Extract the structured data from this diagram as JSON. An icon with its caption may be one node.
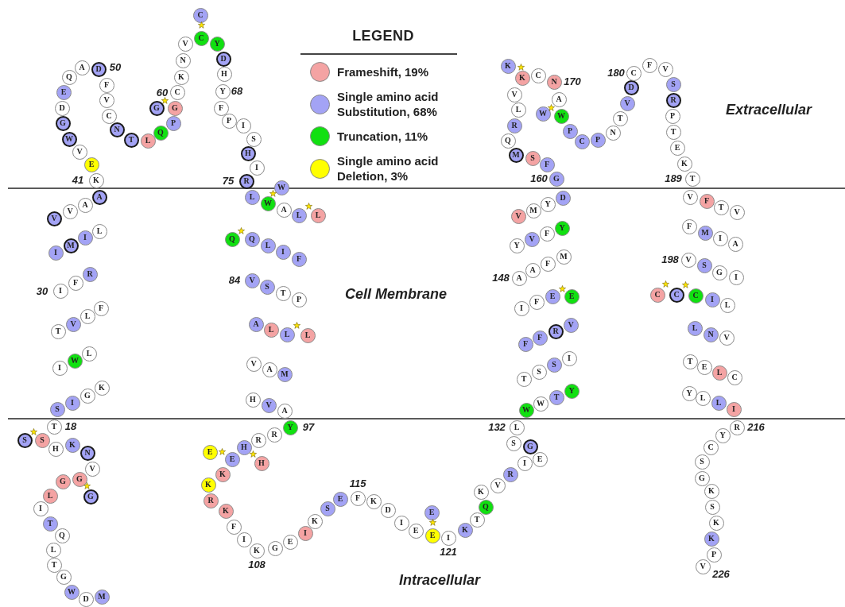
{
  "diagram": {
    "nodes": [
      {
        "text": [
          "M"
        ]
      },
      {
        "text": [
          "D"
        ]
      },
      {
        "text": [
          "W"
        ]
      },
      {
        "text": [
          "G"
        ]
      },
      {
        "text": [
          "T"
        ]
      },
      {
        "text": [
          "L"
        ]
      },
      {
        "text": [
          "Q"
        ]
      },
      {
        "text": [
          "T"
        ]
      },
      {
        "text": [
          "I"
        ]
      },
      {
        "text": [
          "L"
        ]
      },
      {
        "text": [
          "G"
        ]
      },
      {
        "text": [
          "G"
        ]
      },
      {
        "text": [
          "G"
        ]
      },
      {
        "text": [
          "V"
        ]
      },
      {
        "text": [
          "N"
        ]
      },
      {
        "text": [
          "K"
        ]
      },
      {
        "text": [
          "H"
        ]
      },
      {
        "text": [
          "S"
        ]
      },
      {
        "text": [
          "S"
        ]
      },
      {
        "text": [
          "T"
        ]
      },
      {
        "text": [
          "S"
        ]
      },
      {
        "text": [
          "I"
        ]
      },
      {
        "text": [
          "G"
        ]
      },
      {
        "text": [
          "K"
        ]
      },
      {
        "text": [
          "I"
        ]
      },
      {
        "text": [
          "W"
        ]
      },
      {
        "text": [
          "L"
        ]
      },
      {
        "text": [
          "T"
        ]
      },
      {
        "text": [
          "V"
        ]
      },
      {
        "text": [
          "L"
        ]
      },
      {
        "text": [
          "F"
        ]
      },
      {
        "text": [
          "I"
        ]
      },
      {
        "text": [
          "F"
        ]
      },
      {
        "text": [
          "R"
        ]
      },
      {
        "text": [
          "I"
        ]
      },
      {
        "text": [
          "M"
        ]
      },
      {
        "text": [
          "I"
        ]
      },
      {
        "text": [
          "L"
        ]
      },
      {
        "text": [
          "V"
        ]
      },
      {
        "text": [
          "V"
        ]
      },
      {
        "text": [
          "A"
        ]
      },
      {
        "text": [
          "A"
        ]
      },
      {
        "text": [
          "K"
        ]
      },
      {
        "text": [
          "E"
        ]
      },
      {
        "text": [
          "V"
        ]
      },
      {
        "text": [
          "W"
        ]
      },
      {
        "text": [
          "G"
        ]
      },
      {
        "text": [
          "D"
        ]
      },
      {
        "text": [
          "E"
        ]
      },
      {
        "text": [
          "Q"
        ]
      },
      {
        "text": [
          "A"
        ]
      },
      {
        "text": [
          "D"
        ]
      },
      {
        "text": [
          "F"
        ]
      },
      {
        "text": [
          "V"
        ]
      },
      {
        "text": [
          "C"
        ]
      },
      {
        "text": [
          "N"
        ]
      },
      {
        "text": [
          "T"
        ]
      },
      {
        "text": [
          "L"
        ]
      },
      {
        "text": [
          "Q"
        ]
      },
      {
        "text": [
          "P"
        ]
      },
      {
        "text": [
          "G"
        ]
      },
      {
        "text": [
          "G"
        ]
      },
      {
        "text": [
          "C"
        ]
      },
      {
        "text": [
          "K"
        ]
      },
      {
        "text": [
          "N"
        ]
      },
      {
        "text": [
          "V"
        ]
      },
      {
        "text": [
          "C"
        ]
      },
      {
        "text": [
          "C"
        ]
      },
      {
        "text": [
          "Y"
        ]
      },
      {
        "text": [
          "D"
        ]
      },
      {
        "text": [
          "H"
        ]
      },
      {
        "text": [
          "Y"
        ]
      },
      {
        "text": [
          "F"
        ]
      },
      {
        "text": [
          "P"
        ]
      },
      {
        "text": [
          "I"
        ]
      },
      {
        "text": [
          "S"
        ]
      },
      {
        "text": [
          "H"
        ]
      },
      {
        "text": [
          "I"
        ]
      },
      {
        "text": [
          "R"
        ]
      },
      {
        "text": [
          "L"
        ]
      },
      {
        "text": [
          "W"
        ]
      },
      {
        "text": [
          "W"
        ]
      },
      {
        "text": [
          "A"
        ]
      },
      {
        "text": [
          "L"
        ]
      },
      {
        "text": [
          "L"
        ]
      },
      {
        "text": [
          "Q"
        ]
      },
      {
        "text": [
          "Q"
        ]
      },
      {
        "text": [
          "L"
        ]
      },
      {
        "text": [
          "I"
        ]
      },
      {
        "text": [
          "F"
        ]
      },
      {
        "text": [
          "V"
        ]
      },
      {
        "text": [
          "S"
        ]
      },
      {
        "text": [
          "T"
        ]
      },
      {
        "text": [
          "P"
        ]
      },
      {
        "text": [
          "A"
        ]
      },
      {
        "text": [
          "L"
        ]
      },
      {
        "text": [
          "L"
        ]
      },
      {
        "text": [
          "L"
        ]
      },
      {
        "text": [
          "V"
        ]
      },
      {
        "text": [
          "A"
        ]
      },
      {
        "text": [
          "M"
        ]
      },
      {
        "text": [
          "H"
        ]
      },
      {
        "text": [
          "V"
        ]
      },
      {
        "text": [
          "A"
        ]
      },
      {
        "text": [
          "Y"
        ]
      },
      {
        "text": [
          "R"
        ]
      },
      {
        "text": [
          "R"
        ]
      },
      {
        "text": [
          "H"
        ]
      },
      {
        "text": [
          "H"
        ]
      },
      {
        "text": [
          "E"
        ]
      },
      {
        "text": [
          "E"
        ]
      },
      {
        "text": [
          "K"
        ]
      },
      {
        "text": [
          "K"
        ]
      },
      {
        "text": [
          "R"
        ]
      },
      {
        "text": [
          "K"
        ]
      },
      {
        "text": [
          "F"
        ]
      },
      {
        "text": [
          "I"
        ]
      },
      {
        "text": [
          "K"
        ]
      },
      {
        "text": [
          "G"
        ]
      },
      {
        "text": [
          "E"
        ]
      },
      {
        "text": [
          "I"
        ]
      },
      {
        "text": [
          "K"
        ]
      },
      {
        "text": [
          "S"
        ]
      },
      {
        "text": [
          "E"
        ]
      },
      {
        "text": [
          "F"
        ]
      },
      {
        "text": [
          "K"
        ]
      },
      {
        "text": [
          "D"
        ]
      },
      {
        "text": [
          "I"
        ]
      },
      {
        "text": [
          "E"
        ]
      },
      {
        "text": [
          "E"
        ]
      },
      {
        "text": [
          "E"
        ]
      },
      {
        "text": [
          "I"
        ]
      },
      {
        "text": [
          "K"
        ]
      },
      {
        "text": [
          "T"
        ]
      },
      {
        "text": [
          "Q"
        ]
      },
      {
        "text": [
          "K"
        ]
      },
      {
        "text": [
          "V"
        ]
      },
      {
        "text": [
          "R"
        ]
      },
      {
        "text": [
          "I"
        ]
      },
      {
        "text": [
          "E"
        ]
      },
      {
        "text": [
          "G"
        ]
      },
      {
        "text": [
          "S"
        ]
      },
      {
        "text": [
          "L"
        ]
      },
      {
        "text": [
          "W"
        ]
      },
      {
        "text": [
          "W"
        ]
      },
      {
        "text": [
          "T"
        ]
      },
      {
        "text": [
          "Y"
        ]
      },
      {
        "text": [
          "T"
        ]
      },
      {
        "text": [
          "S"
        ]
      },
      {
        "text": [
          "S"
        ]
      },
      {
        "text": [
          "I"
        ]
      },
      {
        "text": [
          "F"
        ]
      },
      {
        "text": [
          "F"
        ]
      },
      {
        "text": [
          "R"
        ]
      },
      {
        "text": [
          "V"
        ]
      },
      {
        "text": [
          "I"
        ]
      },
      {
        "text": [
          "F"
        ]
      },
      {
        "text": [
          "E"
        ]
      },
      {
        "text": [
          "E"
        ]
      },
      {
        "text": [
          "A"
        ]
      },
      {
        "text": [
          "A"
        ]
      },
      {
        "text": [
          "F"
        ]
      },
      {
        "text": [
          "M"
        ]
      },
      {
        "text": [
          "Y"
        ]
      },
      {
        "text": [
          "V"
        ]
      },
      {
        "text": [
          "F"
        ]
      },
      {
        "text": [
          "Y"
        ]
      },
      {
        "text": [
          "V"
        ]
      },
      {
        "text": [
          "M"
        ]
      },
      {
        "text": [
          "Y"
        ]
      },
      {
        "text": [
          "D"
        ]
      },
      {
        "text": [
          "G"
        ]
      },
      {
        "text": [
          "F"
        ]
      },
      {
        "text": [
          "S"
        ]
      },
      {
        "text": [
          "M"
        ]
      },
      {
        "text": [
          "Q"
        ]
      },
      {
        "text": [
          "R"
        ]
      },
      {
        "text": [
          "L"
        ]
      },
      {
        "text": [
          "V"
        ]
      },
      {
        "text": [
          "K"
        ]
      },
      {
        "text": [
          "K"
        ]
      },
      {
        "text": [
          "C"
        ]
      },
      {
        "text": [
          "N"
        ]
      },
      {
        "text": [
          "A"
        ]
      },
      {
        "text": [
          "W"
        ]
      },
      {
        "text": [
          "W"
        ]
      },
      {
        "text": [
          "P"
        ]
      },
      {
        "text": [
          "C"
        ]
      },
      {
        "text": [
          "P"
        ]
      },
      {
        "text": [
          "N"
        ]
      },
      {
        "text": [
          "T"
        ]
      },
      {
        "text": [
          "V"
        ]
      },
      {
        "text": [
          "D"
        ]
      },
      {
        "text": [
          "C"
        ]
      },
      {
        "text": [
          "F"
        ]
      },
      {
        "text": [
          "V"
        ]
      },
      {
        "text": [
          "S"
        ]
      },
      {
        "text": [
          "R"
        ]
      },
      {
        "text": [
          "P"
        ]
      },
      {
        "text": [
          "T"
        ]
      },
      {
        "text": [
          "E"
        ]
      },
      {
        "text": [
          "K"
        ]
      },
      {
        "text": [
          "T"
        ]
      },
      {
        "text": [
          "V"
        ]
      },
      {
        "text": [
          "F"
        ]
      },
      {
        "text": [
          "T"
        ]
      },
      {
        "text": [
          "V"
        ]
      },
      {
        "text": [
          "F"
        ]
      },
      {
        "text": [
          "M"
        ]
      },
      {
        "text": [
          "I"
        ]
      },
      {
        "text": [
          "A"
        ]
      },
      {
        "text": [
          "V"
        ]
      },
      {
        "text": [
          "S"
        ]
      },
      {
        "text": [
          "G"
        ]
      },
      {
        "text": [
          "I"
        ]
      },
      {
        "text": [
          "C"
        ]
      },
      {
        "text": [
          "C"
        ]
      },
      {
        "text": [
          "C"
        ]
      },
      {
        "text": [
          "I"
        ]
      },
      {
        "text": [
          "L"
        ]
      },
      {
        "text": [
          "L"
        ]
      },
      {
        "text": [
          "N"
        ]
      },
      {
        "text": [
          "V"
        ]
      },
      {
        "text": [
          "T"
        ]
      },
      {
        "text": [
          "E"
        ]
      },
      {
        "text": [
          "L"
        ]
      },
      {
        "text": [
          "C"
        ]
      },
      {
        "text": [
          "Y"
        ]
      },
      {
        "text": [
          "L"
        ]
      },
      {
        "text": [
          "L"
        ]
      },
      {
        "text": [
          "I"
        ]
      },
      {
        "text": [
          "R"
        ]
      },
      {
        "text": [
          "Y"
        ]
      },
      {
        "text": [
          "C"
        ]
      },
      {
        "text": [
          "S"
        ]
      },
      {
        "text": [
          "G"
        ]
      },
      {
        "text": [
          "K"
        ]
      },
      {
        "text": [
          "S"
        ]
      },
      {
        "text": [
          "K"
        ]
      },
      {
        "text": [
          "K"
        ]
      },
      {
        "text": [
          "P"
        ]
      },
      {
        "text": [
          "V"
        ]
      }
    ],
    "labels": [
      "LEGEND",
      "50",
      "180",
      "60",
      "68",
      "170",
      "Extracellular",
      "41",
      "75",
      "160",
      "189",
      "198",
      "30",
      "84",
      "Cell Membrane",
      "148",
      "18",
      "97",
      "132",
      "216",
      "115",
      "121",
      "108",
      "226",
      "Intracellular"
    ],
    "legend": [
      {
        "text": "Frameshift, 19%",
        "color": "#f4a3a3"
      },
      {
        "text": "Single amino acid Substitution, 68%",
        "color": "#a3a3f5"
      },
      {
        "text": "Truncation, 11%",
        "color": "#11e011"
      },
      {
        "text": "Single amino acid Deletion, 3%",
        "color": "#ffff00"
      }
    ]
  }
}
